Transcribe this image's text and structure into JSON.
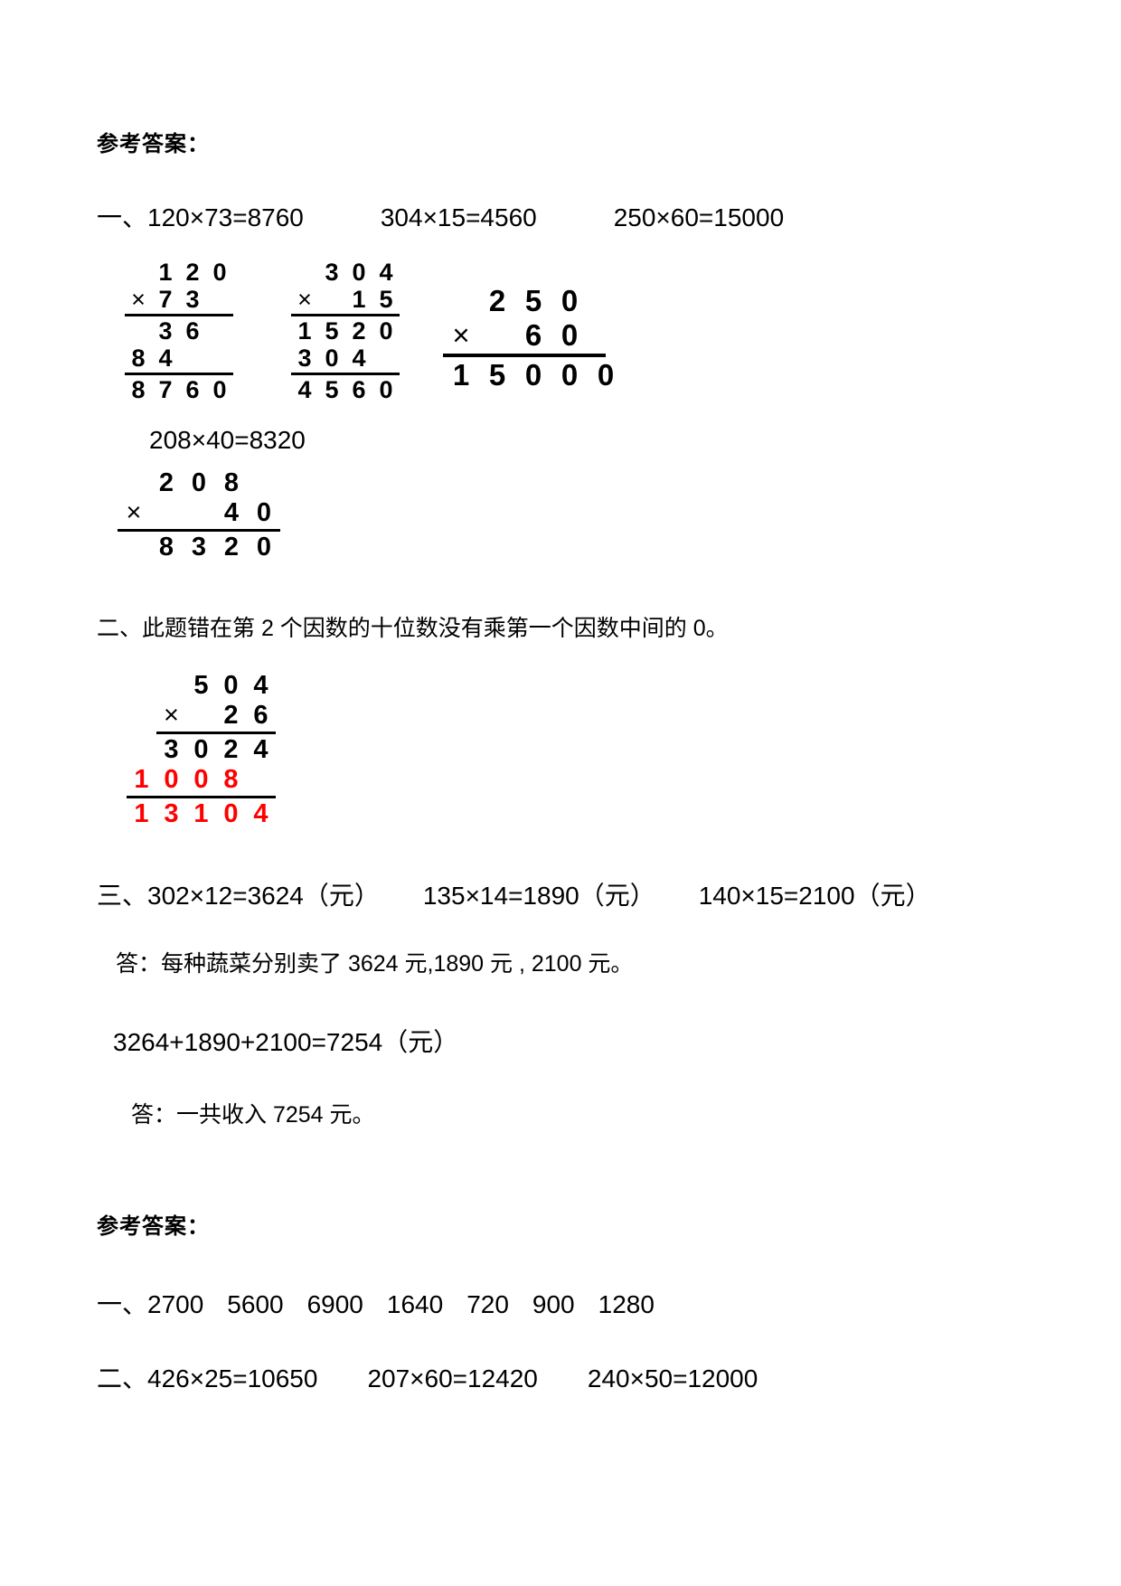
{
  "colors": {
    "highlight_red": "#ff0000",
    "ink": "#000000",
    "page_bg": "#ffffff"
  },
  "key1": {
    "title": "参考答案：",
    "line_one_equations": [
      "一、120×73=8760",
      "304×15=4560",
      "250×60=15000"
    ],
    "equation_208": "208×40=8320",
    "section_two_text": "二、此题错在第 2 个因数的十位数没有乘第一个因数中间的 0。",
    "line_three_equations": [
      "三、302×12=3624（元）",
      "135×14=1890（元）",
      "140×15=2100（元）"
    ],
    "answer_vegetables": "答：每种蔬菜分别卖了 3624 元,1890 元 , 2100 元。",
    "sum_equation": "3264+1890+2100=7254（元）",
    "answer_total": "答：一共收入 7254 元。"
  },
  "key2": {
    "title": "参考答案：",
    "line_one_results": [
      "一、2700",
      "5600",
      "6900",
      "1640",
      "720",
      "900",
      "1280"
    ],
    "line_two_equations": [
      "二、426×25=10650",
      "207×60=12420",
      "240×50=12000"
    ]
  },
  "vertical_work": {
    "w120x73": {
      "rows": [
        {
          "cells": [
            "",
            "1",
            "2",
            "0"
          ]
        },
        {
          "cells": [
            "×",
            "7",
            "3",
            ""
          ]
        },
        {
          "rule": true,
          "start": 0,
          "span": 4
        },
        {
          "cells": [
            "",
            "3",
            "6",
            ""
          ]
        },
        {
          "cells": [
            "8",
            "4",
            "",
            ""
          ]
        },
        {
          "rule": true,
          "start": 0,
          "span": 4
        },
        {
          "cells": [
            "8",
            "7",
            "6",
            "0"
          ]
        }
      ]
    },
    "w304x15": {
      "rows": [
        {
          "cells": [
            "",
            "3",
            "0",
            "4"
          ]
        },
        {
          "cells": [
            "×",
            "",
            "1",
            "5"
          ]
        },
        {
          "rule": true,
          "start": 0,
          "span": 4
        },
        {
          "cells": [
            "1",
            "5",
            "2",
            "0"
          ]
        },
        {
          "cells": [
            "3",
            "0",
            "4",
            ""
          ]
        },
        {
          "rule": true,
          "start": 0,
          "span": 4
        },
        {
          "cells": [
            "4",
            "5",
            "6",
            "0"
          ]
        }
      ]
    },
    "w250x60": {
      "rows": [
        {
          "cells": [
            "",
            "2",
            "5",
            "0",
            ""
          ]
        },
        {
          "cells": [
            "×",
            "",
            "6",
            "0",
            ""
          ]
        },
        {
          "rule": true,
          "start": 0,
          "span": 4.5
        },
        {
          "cells": [
            "1",
            "5",
            "0",
            "0",
            "0"
          ]
        }
      ]
    },
    "w208x40": {
      "rows": [
        {
          "cells": [
            "",
            "2",
            "0",
            "8",
            ""
          ]
        },
        {
          "cells": [
            "×",
            "",
            "",
            "4",
            "0"
          ]
        },
        {
          "rule": true,
          "start": 0,
          "span": 5
        },
        {
          "cells": [
            "",
            "8",
            "3",
            "2",
            "0"
          ]
        }
      ]
    },
    "w504x26": {
      "rows": [
        {
          "cells": [
            "",
            "",
            "5",
            "0",
            "4"
          ]
        },
        {
          "cells": [
            "",
            "×",
            "",
            "2",
            "6"
          ]
        },
        {
          "rule": true,
          "start": 1,
          "span": 4
        },
        {
          "cells": [
            "",
            "3",
            "0",
            "2",
            "4"
          ]
        },
        {
          "cells": [
            "1",
            "0",
            "0",
            "8",
            ""
          ],
          "color": "red"
        },
        {
          "rule": true,
          "start": 0,
          "span": 5
        },
        {
          "cells": [
            "1",
            "3",
            "1",
            "0",
            "4"
          ],
          "color": "red"
        }
      ]
    }
  }
}
